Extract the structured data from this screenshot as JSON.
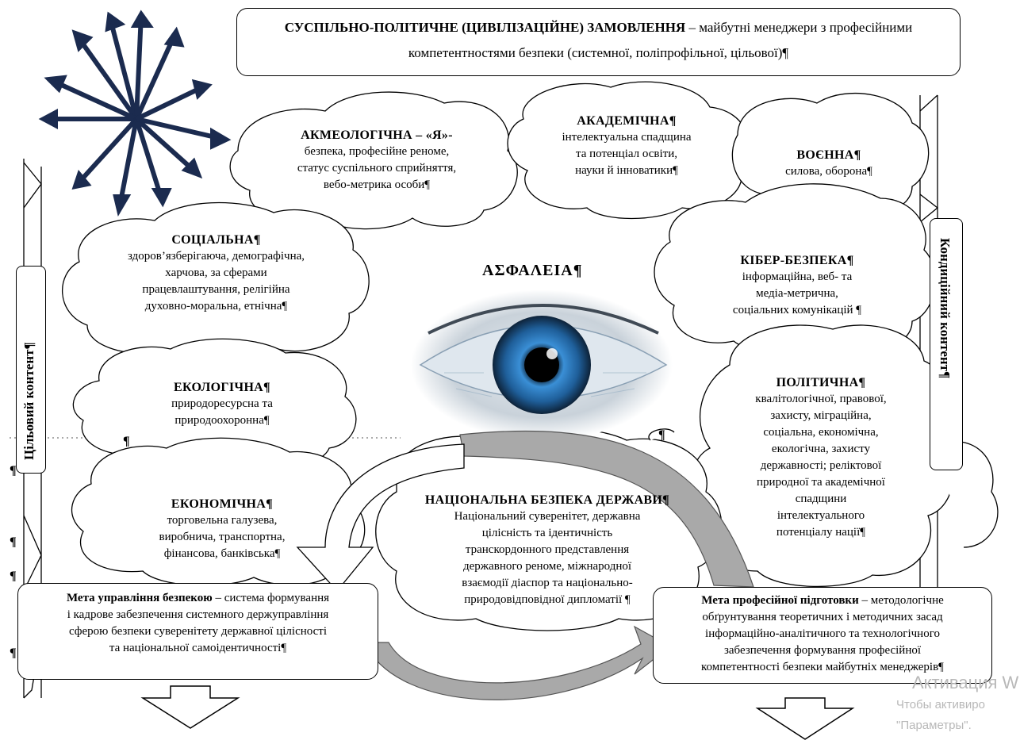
{
  "title_box": {
    "bold": "СУСПІЛЬНО-ПОЛІТИЧНЕ (ЦИВІЛІЗАЦІЙНЕ) ЗАМОВЛЕННЯ",
    "rest": " – майбутні менеджери з професійними компетентностями безпеки (системної, поліпрофільної, цільової)¶"
  },
  "center_label": "ΑΣΦΑΛΕΙΑ¶",
  "left_vertical": "Цільовий контент¶",
  "right_vertical": "Кондиційний контент¶",
  "clouds": {
    "akmeo": {
      "title": "АКМЕОЛОГІЧНА – «Я»-",
      "body": [
        "безпека, професійне реноме,",
        "статус суспільного сприйняття,",
        "вебо-метрика особи¶"
      ]
    },
    "academic": {
      "title": "АКАДЕМІЧНА¶",
      "body": [
        "інтелектуальна спадщина",
        "та потенціал освіти,",
        "науки й інноватики¶"
      ]
    },
    "military": {
      "title": "ВОЄННА¶",
      "body": [
        "силова, оборона¶"
      ]
    },
    "social": {
      "title": "СОЦІАЛЬНА¶",
      "body": [
        "здоров’язберігаюча, демографічна,",
        "харчова, за сферами",
        "працевлаштування, релігійна",
        "духовно-моральна, етнічна¶"
      ]
    },
    "cyber": {
      "title": "КІБЕР-БЕЗПЕКА¶",
      "body": [
        "інформаційна, веб- та",
        "медіа-метрична,",
        "соціальних комунікацій ¶"
      ]
    },
    "ecology": {
      "title": "ЕКОЛОГІЧНА¶",
      "body": [
        "природоресурсна та",
        "природоохоронна¶"
      ]
    },
    "political": {
      "title": "ПОЛІТИЧНА¶",
      "body": [
        "кваліто­логічної, правової,",
        "захисту, міграційна,",
        "соціальна, економічна,",
        "екологічна, захисту",
        "державності; реліктової",
        "природної та академічної",
        "спадщини",
        "інтелектуального",
        "потенціалу нації¶"
      ]
    },
    "economic": {
      "title": "ЕКОНОМІЧНА¶",
      "body": [
        "торговельна галузева,",
        "виробнича, транспортна,",
        "фінансова, банківська¶"
      ]
    },
    "national": {
      "title": "НАЦІОНАЛЬНА БЕЗПЕКА ДЕРЖАВИ¶",
      "body": [
        "Національний суверенітет, державна",
        "цілісність та ідентичність",
        "транскордонного представлення",
        "державного реноме, міжнародної",
        "взаємодії діаспор та національно-",
        "природовідповідної дипломатії ¶"
      ]
    }
  },
  "goal_left": {
    "bold": "Мета управління безпекою",
    "lines": [
      " – система формування",
      "і кадрове забезпечення системного держуправління",
      "сферою безпеки суверенітету державної цілісності",
      "та національної самоідентичності¶"
    ]
  },
  "goal_right": {
    "bold": "Мета професійної підготовки",
    "lines": [
      " – методологічне",
      "обґрунтування теоретичних і методичних засад",
      "інформаційно-аналітичного та технологічного",
      "забезпечення формування професійної",
      "компетентності безпеки майбутніх менеджерів¶"
    ]
  },
  "pilcrows": [
    "¶",
    "¶",
    "¶",
    "¶",
    "¶",
    "¶"
  ],
  "watermark": {
    "line1": "Активация W",
    "line2": "Чтобы активиро",
    "line3": "\"Параметры\"."
  },
  "colors": {
    "arrow_navy": "#1b2b4f",
    "gray_arrow": "#a9a9a9",
    "eye_blue": "#2f7fc4"
  }
}
